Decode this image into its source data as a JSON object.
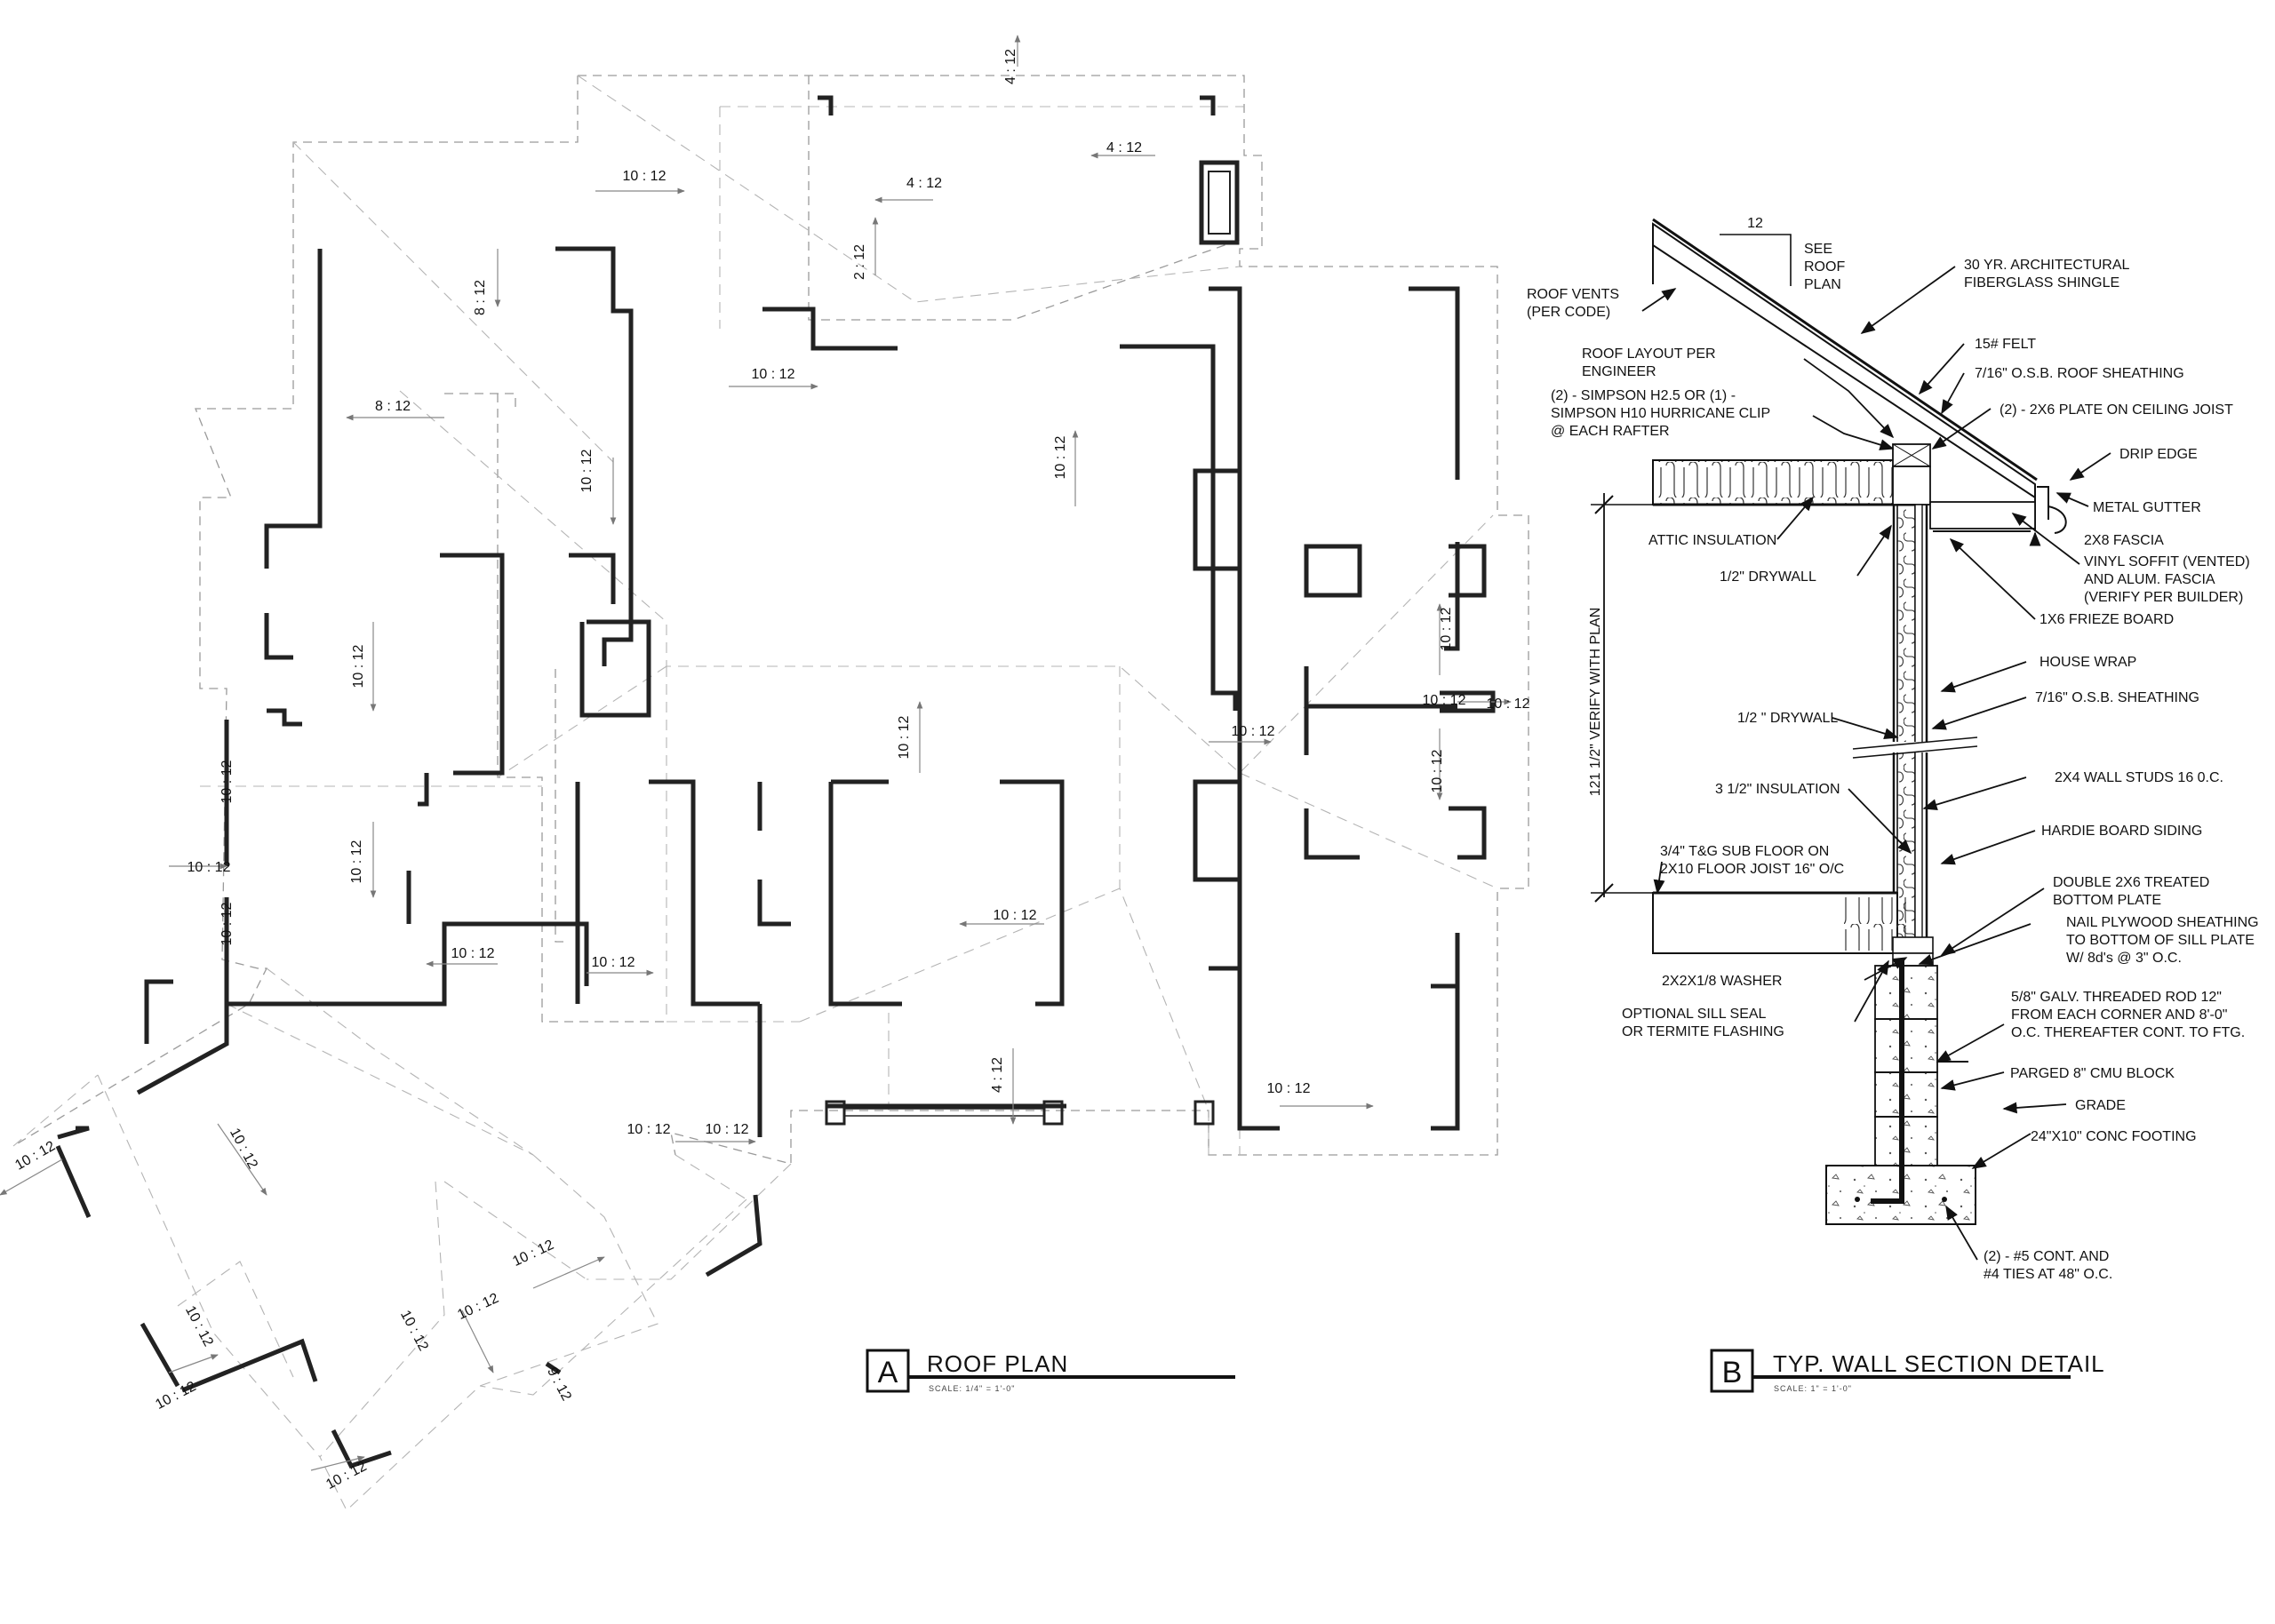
{
  "roof_plan": {
    "letter": "A",
    "title": "ROOF PLAN",
    "scale": "SCALE:  1/4\" = 1'-0\"",
    "slopes": [
      {
        "text": "4 : 12"
      },
      {
        "text": "4 : 12"
      },
      {
        "text": "4 : 12"
      },
      {
        "text": "10 : 12"
      },
      {
        "text": "2 : 12"
      },
      {
        "text": "8 : 12"
      },
      {
        "text": "8 : 12"
      },
      {
        "text": "10 : 12"
      },
      {
        "text": "10 : 12"
      },
      {
        "text": "10 : 12"
      },
      {
        "text": "10 : 12"
      },
      {
        "text": "10 : 12"
      },
      {
        "text": "10 : 12"
      },
      {
        "text": "10 : 12"
      },
      {
        "text": "10 : 12"
      },
      {
        "text": "10 : 12"
      },
      {
        "text": "10 : 12"
      },
      {
        "text": "10 : 12"
      },
      {
        "text": "10 : 12"
      },
      {
        "text": "10 : 12"
      },
      {
        "text": "10 : 12"
      },
      {
        "text": "10 : 12"
      },
      {
        "text": "10 : 12"
      },
      {
        "text": "4 : 12"
      },
      {
        "text": "10 : 12"
      },
      {
        "text": "10 : 12"
      },
      {
        "text": "10 : 12"
      },
      {
        "text": "10 : 12"
      },
      {
        "text": "10 : 12"
      },
      {
        "text": "10 : 12"
      },
      {
        "text": "10 : 12"
      },
      {
        "text": "10 : 12"
      },
      {
        "text": "10 : 12"
      },
      {
        "text": "10 : 12"
      },
      {
        "text": "10 : 12"
      },
      {
        "text": "9 : 12"
      },
      {
        "text": "10 : 12"
      }
    ]
  },
  "wall_section": {
    "letter": "B",
    "title": "TYP. WALL SECTION DETAIL",
    "scale": "SCALE:  1\" = 1'-0\"",
    "pitch_run": "12",
    "see_roof_plan": [
      "SEE",
      "ROOF",
      "PLAN"
    ],
    "height_dim": "121 1/2\" VERIFY WITH PLAN",
    "callouts": [
      {
        "lines": [
          "ROOF VENTS",
          "(PER CODE)"
        ]
      },
      {
        "lines": [
          "ROOF LAYOUT PER",
          "ENGINEER"
        ]
      },
      {
        "lines": [
          "(2) - SIMPSON H2.5 OR (1) -",
          "SIMPSON H10 HURRICANE CLIP",
          "@ EACH RAFTER"
        ]
      },
      {
        "lines": [
          "ATTIC INSULATION"
        ]
      },
      {
        "lines": [
          "1/2\" DRYWALL"
        ]
      },
      {
        "lines": [
          "1/2 \" DRYWALL"
        ]
      },
      {
        "lines": [
          "3 1/2\" INSULATION"
        ]
      },
      {
        "lines": [
          "3/4\" T&G SUB FLOOR ON",
          "2X10 FLOOR JOIST 16\" O/C"
        ]
      },
      {
        "lines": [
          "2X2X1/8 WASHER"
        ]
      },
      {
        "lines": [
          "OPTIONAL SILL SEAL",
          "OR TERMITE FLASHING"
        ]
      },
      {
        "lines": [
          "30 YR. ARCHITECTURAL",
          "FIBERGLASS SHINGLE"
        ]
      },
      {
        "lines": [
          "15# FELT"
        ]
      },
      {
        "lines": [
          "7/16\" O.S.B. ROOF SHEATHING"
        ]
      },
      {
        "lines": [
          "(2) - 2X6 PLATE ON CEILING JOIST"
        ]
      },
      {
        "lines": [
          "DRIP EDGE"
        ]
      },
      {
        "lines": [
          "METAL GUTTER"
        ]
      },
      {
        "lines": [
          "2X8 FASCIA"
        ]
      },
      {
        "lines": [
          "VINYL SOFFIT (VENTED)",
          "AND ALUM. FASCIA",
          "(VERIFY PER BUILDER)"
        ]
      },
      {
        "lines": [
          "1X6 FRIEZE BOARD"
        ]
      },
      {
        "lines": [
          "HOUSE WRAP"
        ]
      },
      {
        "lines": [
          "7/16\" O.S.B. SHEATHING"
        ]
      },
      {
        "lines": [
          "2X4 WALL STUDS 16 0.C."
        ]
      },
      {
        "lines": [
          "HARDIE BOARD SIDING"
        ]
      },
      {
        "lines": [
          "DOUBLE 2X6 TREATED",
          "BOTTOM PLATE"
        ]
      },
      {
        "lines": [
          "NAIL PLYWOOD SHEATHING",
          "TO BOTTOM OF SILL PLATE",
          "W/ 8d's @ 3\" O.C."
        ]
      },
      {
        "lines": [
          "5/8\" GALV. THREADED ROD 12\"",
          "FROM EACH CORNER AND 8'-0\"",
          "O.C. THEREAFTER CONT. TO FTG."
        ]
      },
      {
        "lines": [
          "PARGED 8\" CMU BLOCK"
        ]
      },
      {
        "lines": [
          "GRADE"
        ]
      },
      {
        "lines": [
          "24\"X10\" CONC FOOTING"
        ]
      },
      {
        "lines": [
          "(2) - #5 CONT. AND",
          "#4 TIES AT 48\" O.C."
        ]
      }
    ]
  }
}
